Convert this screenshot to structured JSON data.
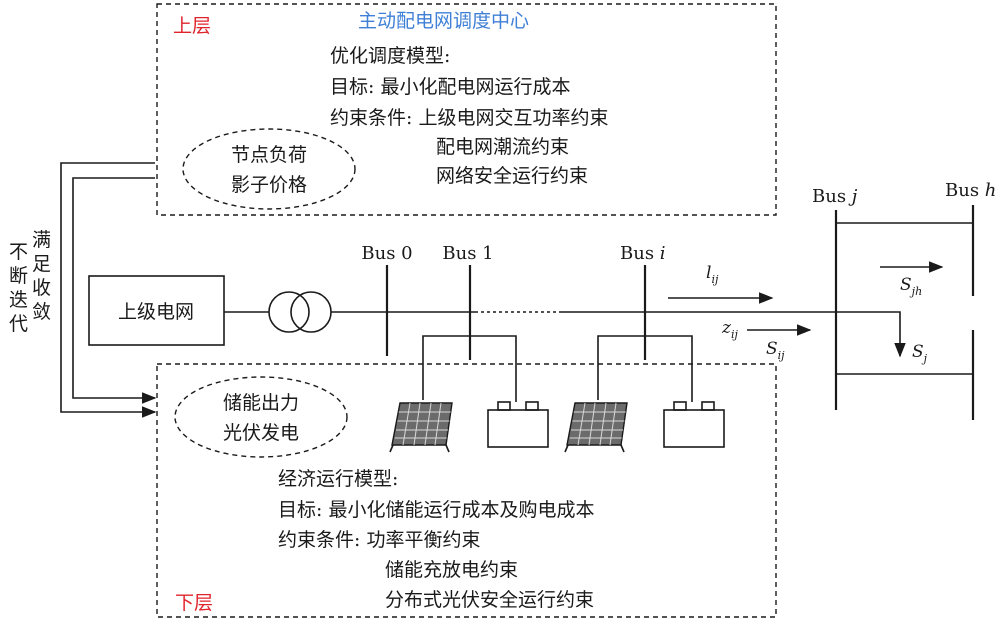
{
  "upper": {
    "tag": "上层",
    "center": "主动配电网调度中心",
    "model_title": "优化调度模型:",
    "objective": "目标: 最小化配电网运行成本",
    "constraints": [
      "约束条件: 上级电网交互功率约束",
      "配电网潮流约束",
      "网络安全运行约束"
    ],
    "ellipse": [
      "节点负荷",
      "影子价格"
    ]
  },
  "lower": {
    "tag": "下层",
    "model_title": "经济运行模型:",
    "objective": "目标: 最小化储能运行成本及购电成本",
    "constraints": [
      "约束条件: 功率平衡约束",
      "储能充放电约束",
      "分布式光伏安全运行约束"
    ],
    "ellipse": [
      "储能出力",
      "光伏发电"
    ]
  },
  "loop_label": {
    "col1": [
      "不",
      "断",
      "迭",
      "代"
    ],
    "col2": [
      "满",
      "足",
      "收",
      "敛"
    ]
  },
  "grid_box": "上级电网",
  "buses": {
    "bus0": "Bus 0",
    "bus1": "Bus 1",
    "busi": "Bus",
    "busi_idx": "i",
    "busj": "Bus",
    "busj_idx": "j",
    "bush": "Bus",
    "bush_idx": "h"
  },
  "vars": {
    "l": "l",
    "l_sub": "ij",
    "z": "z",
    "z_sub": "ij",
    "s_ij": "S",
    "s_ij_sub": "ij",
    "s_jh": "S",
    "s_jh_sub": "jh",
    "s_j": "S",
    "s_j_sub": "j"
  },
  "colors": {
    "upper_tag": "#e0242c",
    "lower_tag": "#e0242c",
    "center_title": "#3f7fd6"
  }
}
